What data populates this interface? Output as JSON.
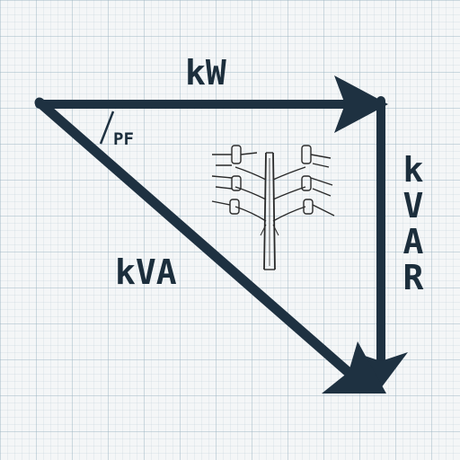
{
  "labels": {
    "real_power": "kW",
    "apparent_power": "kVA",
    "reactive_power": [
      "k",
      "V",
      "A",
      "R"
    ],
    "power_factor": "PF"
  },
  "colors": {
    "vector": "#1e3141",
    "grid": "#9fb4c2",
    "background": "#f4f6f7"
  },
  "icons": {
    "pole": "utility-pole-icon"
  }
}
